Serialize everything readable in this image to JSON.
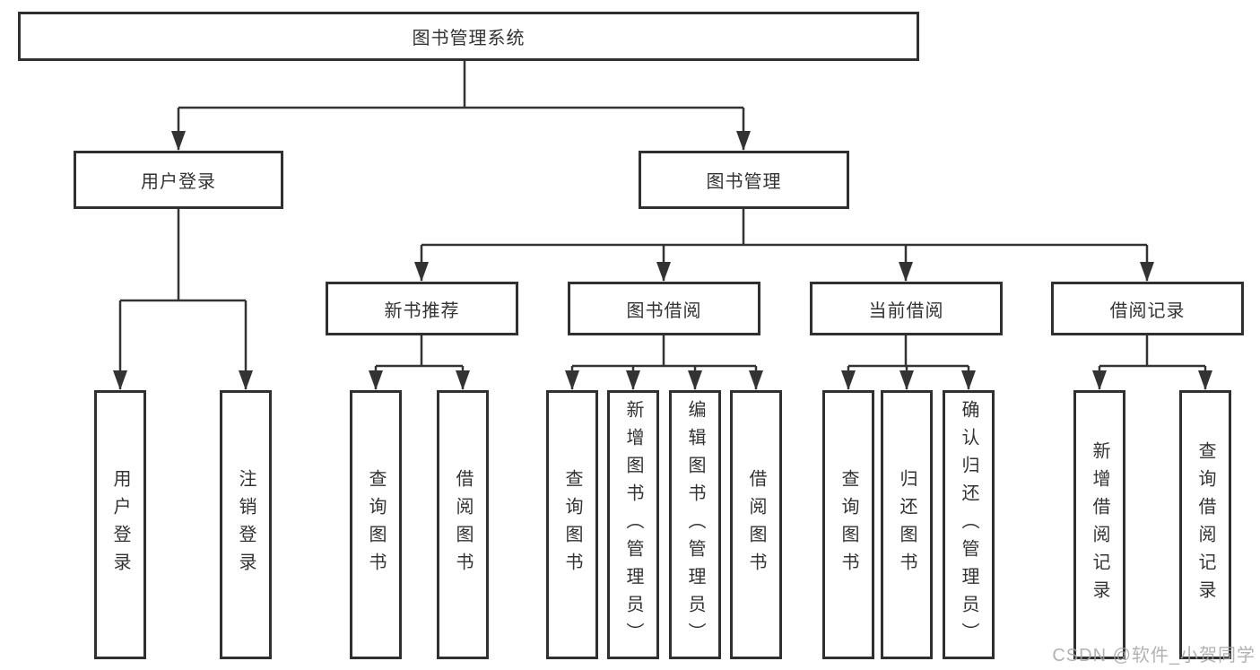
{
  "diagram": {
    "root": {
      "label": "图书管理系统"
    },
    "level2": [
      {
        "label": "用户登录",
        "parent": "图书管理系统"
      },
      {
        "label": "图书管理",
        "parent": "图书管理系统"
      }
    ],
    "level3": [
      {
        "label": "新书推荐",
        "parent": "图书管理"
      },
      {
        "label": "图书借阅",
        "parent": "图书管理"
      },
      {
        "label": "当前借阅",
        "parent": "图书管理"
      },
      {
        "label": "借阅记录",
        "parent": "图书管理"
      }
    ],
    "leaves": [
      {
        "label": "用户登录",
        "parent": "用户登录"
      },
      {
        "label": "注销登录",
        "parent": "用户登录"
      },
      {
        "label": "查询图书",
        "parent": "新书推荐"
      },
      {
        "label": "借阅图书",
        "parent": "新书推荐"
      },
      {
        "label": "查询图书",
        "parent": "图书借阅"
      },
      {
        "label": "新增图书（管理员）",
        "parent": "图书借阅"
      },
      {
        "label": "编辑图书（管理员）",
        "parent": "图书借阅"
      },
      {
        "label": "借阅图书",
        "parent": "图书借阅"
      },
      {
        "label": "查询图书",
        "parent": "当前借阅"
      },
      {
        "label": "归还图书",
        "parent": "当前借阅"
      },
      {
        "label": "确认归还（管理员）",
        "parent": "当前借阅"
      },
      {
        "label": "新增借阅记录",
        "parent": "借阅记录"
      },
      {
        "label": "查询借阅记录",
        "parent": "借阅记录"
      }
    ]
  },
  "watermark": {
    "text": "CSDN @软件_小贺同学"
  },
  "colors": {
    "line": "#333333",
    "box_border": "#303030",
    "box_fill": "#ffffff",
    "text": "#333333",
    "watermark": "#a5a5a5",
    "background": "#ffffff"
  }
}
